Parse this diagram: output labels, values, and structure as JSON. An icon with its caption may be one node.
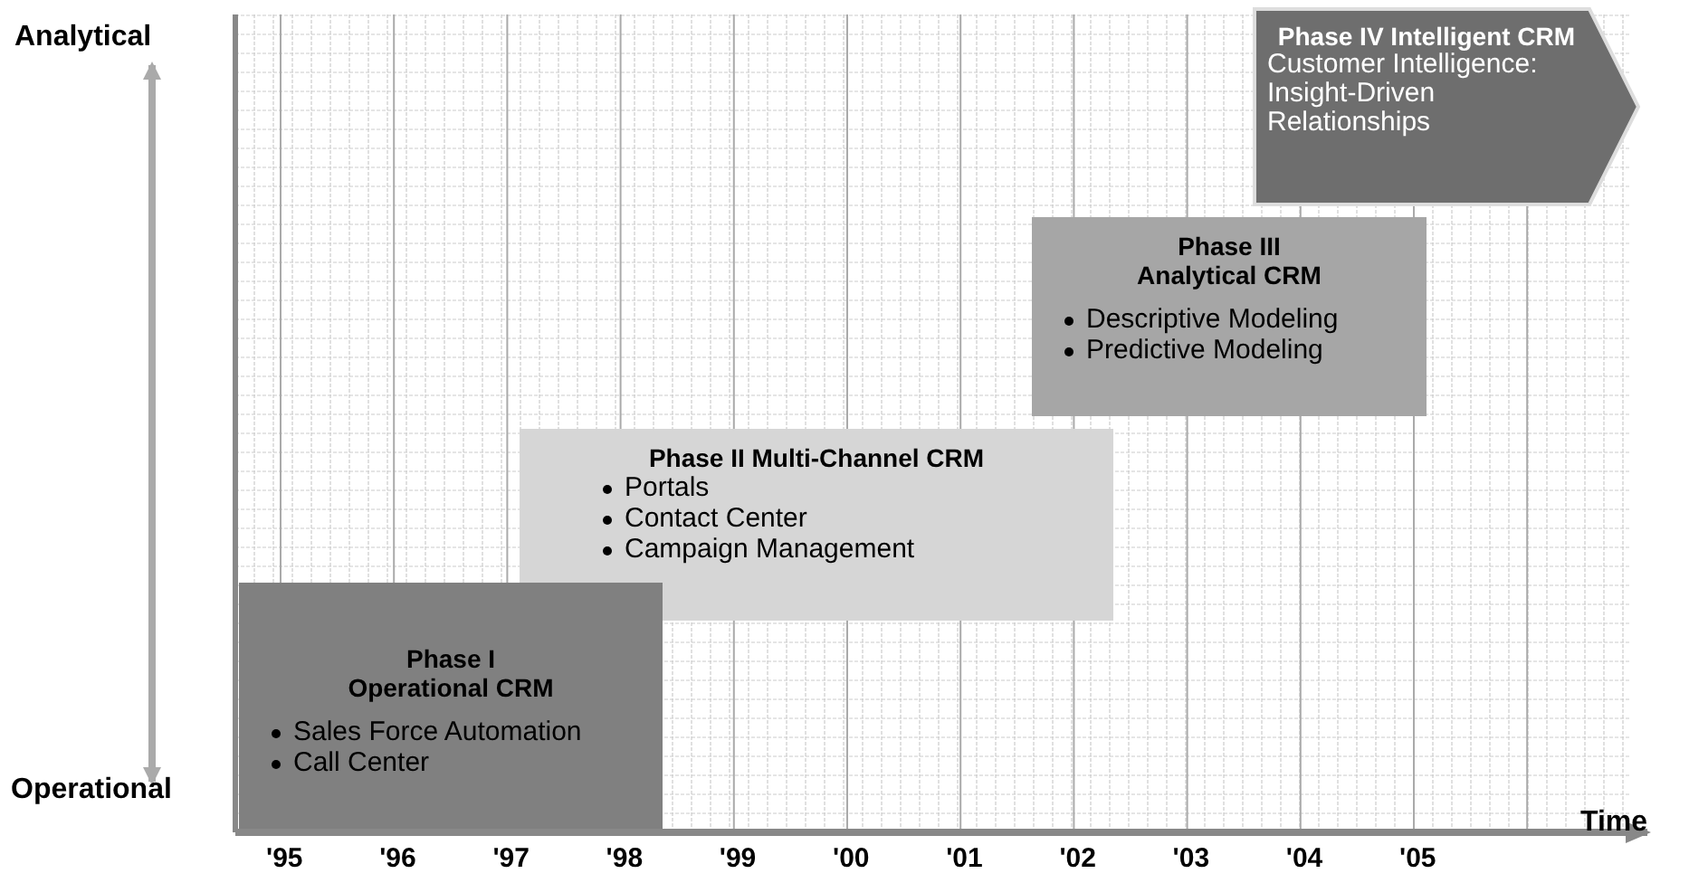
{
  "diagram": {
    "nodes": [
      {
        "text": [
          "Phase IV Intelligent CRM",
          "Customer Intelligence: Insight-Driven Relationships"
        ]
      },
      {
        "text": [
          "Phase III Analytical CRM",
          "Descriptive Modeling",
          "Predictive Modeling"
        ]
      },
      {
        "text": [
          "Phase II Multi-Channel CRM",
          "Portals",
          "Contact Center",
          "Campaign Management"
        ]
      },
      {
        "text": [
          "Phase I Operational CRM",
          "Sales Force Automation",
          "Call Center"
        ]
      }
    ],
    "edges": [],
    "labels": [
      "Analytical",
      "Operational",
      "Time",
      "'95",
      "'96",
      "'97",
      "'98",
      "'99",
      "'00",
      "'01",
      "'02",
      "'03",
      "'04",
      "'05"
    ]
  }
}
